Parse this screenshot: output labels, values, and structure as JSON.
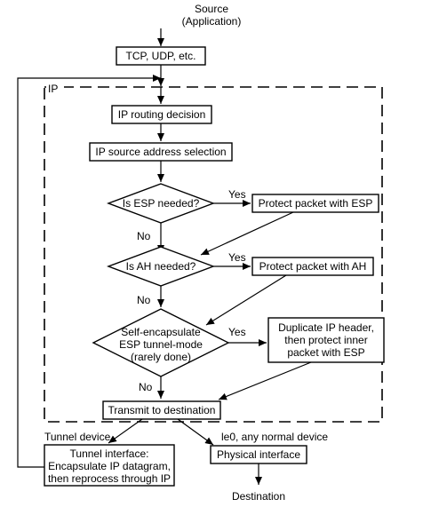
{
  "source": [
    "Source",
    "(Application)"
  ],
  "tcp_udp": "TCP, UDP, etc.",
  "ip_region": "IP",
  "routing": "IP routing decision",
  "src_select": "IP source address selection",
  "esp_q": "Is ESP needed?",
  "esp_yes": "Yes",
  "esp_no": "No",
  "esp_box": "Protect packet with ESP",
  "ah_q": "Is AH needed?",
  "ah_yes": "Yes",
  "ah_no": "No",
  "ah_box": "Protect packet with AH",
  "self_q": [
    "Self-encapsulate",
    "ESP tunnel-mode",
    "(rarely done)"
  ],
  "self_yes": "Yes",
  "self_no": "No",
  "dup_box": [
    "Duplicate IP header,",
    "then protect inner",
    "packet with ESP"
  ],
  "transmit": "Transmit to destination",
  "tunnel_device": "Tunnel device",
  "le0": "le0, any normal device",
  "tunnel_iface": [
    "Tunnel interface:",
    "Encapsulate IP datagram,",
    "then reprocess through IP"
  ],
  "physical": "Physical interface",
  "destination": "Destination"
}
